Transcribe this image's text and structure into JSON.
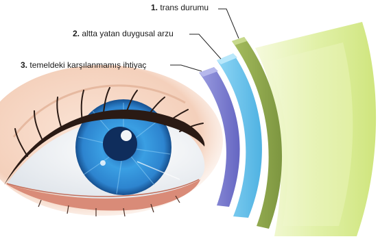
{
  "labels": [
    {
      "number": "1.",
      "text": "trans durumu"
    },
    {
      "number": "2.",
      "text": "altta yatan duygusal arzu"
    },
    {
      "number": "3.",
      "text": "temeldeki karşılanmamış ihtiyaç"
    }
  ],
  "layers": [
    {
      "name": "trans durumu",
      "color": "#8fa84a"
    },
    {
      "name": "altta yatan duygusal arzu",
      "color": "#6cc4ec"
    },
    {
      "name": "temeldeki karşılanmamış ihtiyaç",
      "color": "#7e7fd0"
    }
  ],
  "colors": {
    "iris": "#2e8fd8",
    "pupil": "#0f2d5c",
    "green_field": "#d8ea8c"
  }
}
